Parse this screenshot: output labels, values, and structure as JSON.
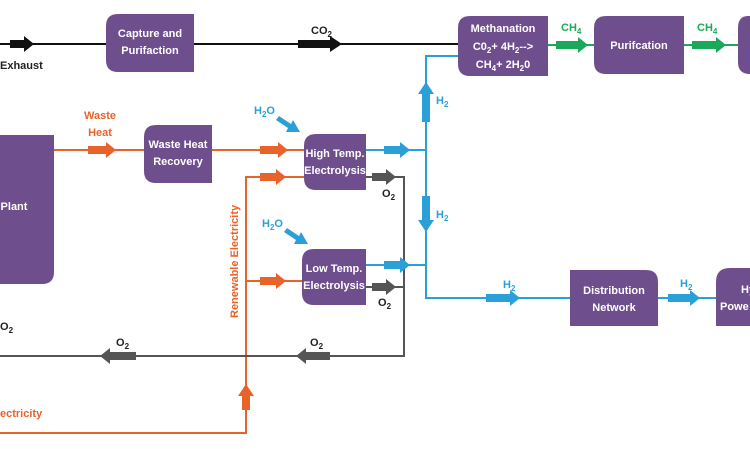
{
  "colors": {
    "box": "#6f4e8e",
    "black_line": "#111111",
    "blue_line": "#2a9fd8",
    "orange_line": "#e8632a",
    "gray_line": "#555555",
    "green_line": "#1aa85a"
  },
  "boxes": {
    "capture": [
      "Capture and",
      "Purifaction"
    ],
    "methanation": [
      "Methanation",
      "C0",
      "+ 4H",
      "-->",
      "CH",
      "+ 2H",
      "0"
    ],
    "purification": "Purifcation",
    "waste_heat_recovery": [
      "Waste Heat",
      "Recovery"
    ],
    "plant": "Plant",
    "high_temp": [
      "High Temp.",
      "Electrolysis"
    ],
    "low_temp": [
      "Low Temp.",
      "Electrolysis"
    ],
    "distribution": [
      "Distribution",
      "Network"
    ],
    "hydrogen_power": [
      "Hy",
      "Powe"
    ]
  },
  "labels": {
    "exhaust": "Exhaust",
    "co": "CO",
    "ch": "CH",
    "h": "H",
    "o": "O",
    "two": "2",
    "four": "4",
    "waste_heat": [
      "Waste",
      "Heat"
    ],
    "renewable_electricity": "Renewable Electricity",
    "electricity": "ectricity"
  }
}
